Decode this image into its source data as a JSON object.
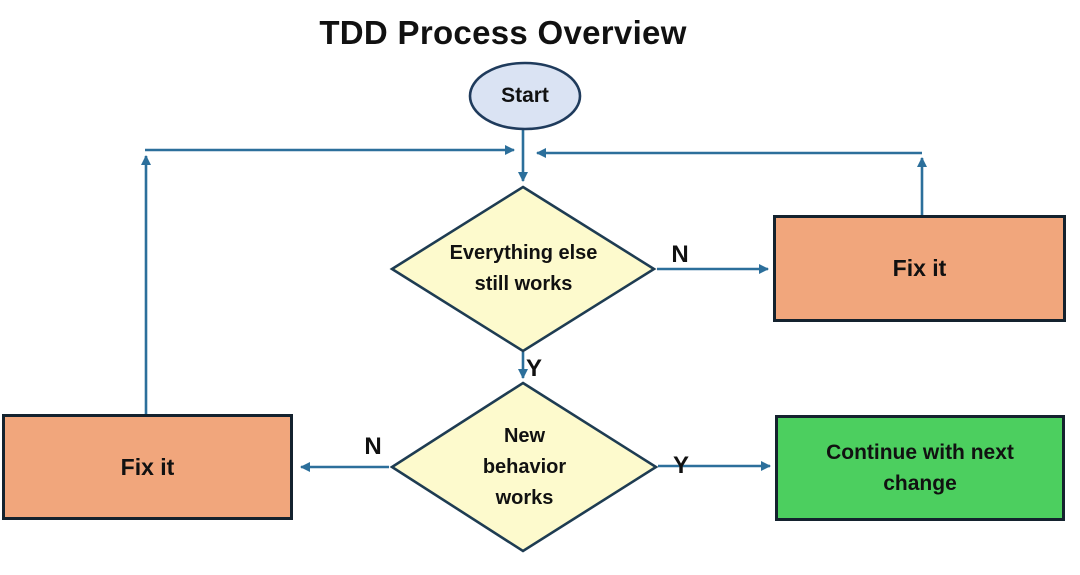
{
  "title": "TDD Process Overview",
  "colors": {
    "connector": "#2c6f9b",
    "ellipse_fill": "#dae3f3",
    "ellipse_border": "#1f3b5c",
    "diamond_fill": "#fdfacd",
    "diamond_border": "#1e3c52",
    "fixit_fill": "#f1a67c",
    "continue_fill": "#4ccf5f",
    "box_border": "#14222e",
    "text": "#111111"
  },
  "nodes": {
    "start": {
      "label": "Start",
      "type": "terminator"
    },
    "decision_everything": {
      "label": "Everything else still works",
      "type": "decision"
    },
    "decision_new_behavior": {
      "label": "New behavior works",
      "type": "decision"
    },
    "fix_it_left": {
      "label": "Fix it",
      "type": "process"
    },
    "fix_it_right": {
      "label": "Fix it",
      "type": "process"
    },
    "continue_next": {
      "label": "Continue with next change",
      "type": "process"
    }
  },
  "edge_labels": {
    "everything_no": "N",
    "everything_yes": "Y",
    "new_behavior_no": "N",
    "new_behavior_yes": "Y"
  }
}
